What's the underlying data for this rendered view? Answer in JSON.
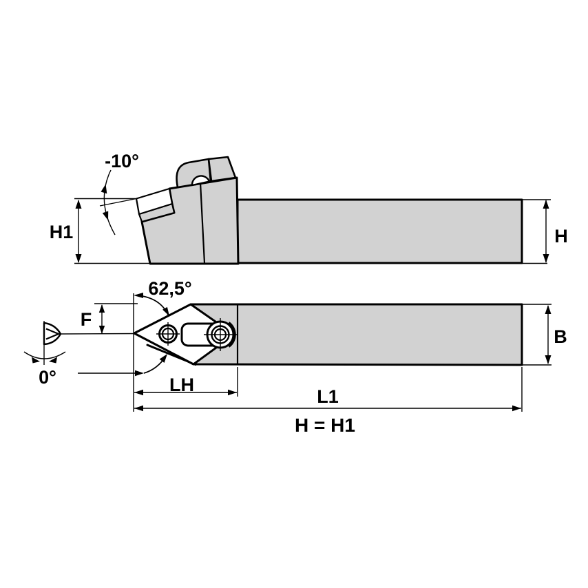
{
  "drawing": {
    "side_view": {
      "rake_angle_label": "-10°",
      "head_height_label": "H1",
      "shank_height_label": "H"
    },
    "plan_view": {
      "lead_angle_label": "62,5°",
      "tip_offset_label": "F",
      "inclination_label": "0°",
      "shank_width_label": "B",
      "head_length_label": "LH",
      "overall_length_label": "L1"
    },
    "footnote": "H = H1",
    "colors": {
      "body_fill": "#d2d2d2",
      "line": "#000000",
      "background": "#ffffff"
    }
  }
}
